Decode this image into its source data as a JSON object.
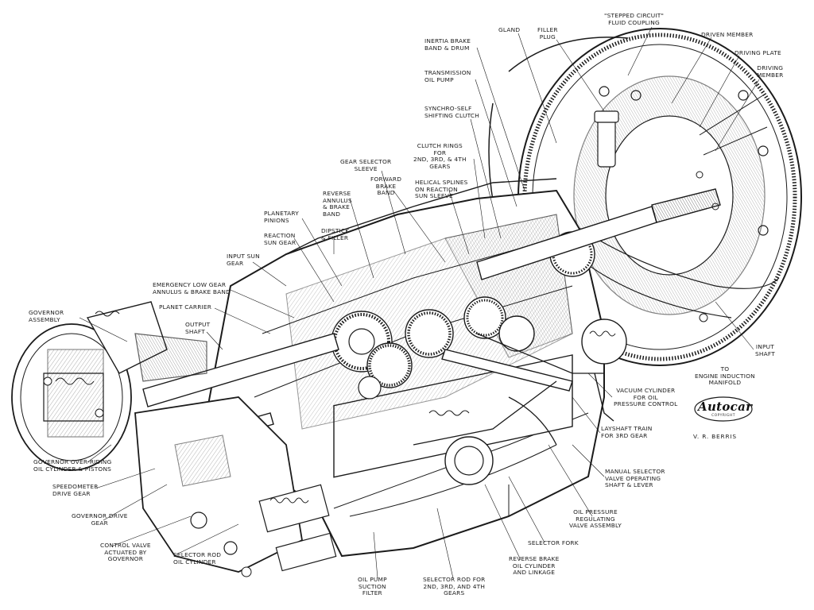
{
  "labels": {
    "stepped_circuit": "\"STEPPED CIRCUIT\"\nFLUID COUPLING",
    "driven_member": "DRIVEN MEMBER",
    "driving_plate": "DRIVING PLATE",
    "driving_member": "DRIVING\nMEMBER",
    "gland": "GLAND",
    "filler_plug": "FILLER\nPLUG",
    "inertia_brake": "INERTIA BRAKE\nBAND & DRUM",
    "transmission_pump": "TRANSMISSION\nOIL PUMP",
    "synchro_clutch": "SYNCHRO-SELF\nSHIFTING CLUTCH",
    "clutch_rings": "CLUTCH RINGS\nFOR\n2ND, 3RD, & 4TH\nGEARS",
    "helical_splines": "HELICAL SPLINES\nON REACTION\nSUN SLEEVE",
    "forward_brake": "FORWARD\nBRAKE\nBAND",
    "gear_selector": "GEAR SELECTOR\nSLEEVE",
    "reverse_annulus": "REVERSE\nANNULUS\n& BRAKE\nBAND",
    "planetary_pinions": "PLANETARY\nPINIONS",
    "reaction_sun": "REACTION\nSUN GEAR",
    "dipstick": "DIPSTICK\n& FILLER",
    "input_sun": "INPUT SUN\nGEAR",
    "emergency_low": "EMERGENCY LOW GEAR\nANNULUS & BRAKE BAND",
    "planet_carrier": "PLANET CARRIER",
    "governor_assembly": "GOVERNOR\nASSEMBLY",
    "output_shaft": "OUTPUT\nSHAFT",
    "input_shaft": "INPUT\nSHAFT",
    "engine_induction": "TO\nENGINE INDUCTION\nMANIFOLD",
    "vacuum_cylinder": "VACUUM CYLINDER\nFOR OIL\nPRESSURE CONTROL",
    "layshaft": "LAYSHAFT TRAIN\nFOR 3RD GEAR",
    "manual_selector": "MANUAL SELECTOR\nVALVE OPERATING\nSHAFT & LEVER",
    "oil_pressure_valve": "OIL PRESSURE\nREGULATING\nVALVE ASSEMBLY",
    "selector_fork": "SELECTOR FORK",
    "reverse_brake_cyl": "REVERSE BRAKE\nOIL CYLINDER\nAND LINKAGE",
    "selector_rod_234": "SELECTOR ROD FOR\n2ND, 3RD, AND 4TH\nGEARS",
    "oil_pump_filter": "OIL PUMP\nSUCTION\nFILTER",
    "selector_rod_cyl": "SELECTOR ROD\nOIL CYLINDER",
    "control_valve": "CONTROL VALVE\nACTUATED BY\nGOVERNOR",
    "governor_drive": "GOVERNOR DRIVE\nGEAR",
    "speedometer": "SPEEDOMETER\nDRIVE GEAR",
    "governor_override": "GOVERNOR OVER-RIDING\nOIL CYLINDER & PISTONS"
  },
  "logo": {
    "brand": "Autocar",
    "sub": "COPYRIGHT"
  },
  "artist": "V. R. BERRIS",
  "colors": {
    "ink": "#1b1b1b",
    "paper": "#ffffff",
    "shade": "#d9d9d9"
  }
}
